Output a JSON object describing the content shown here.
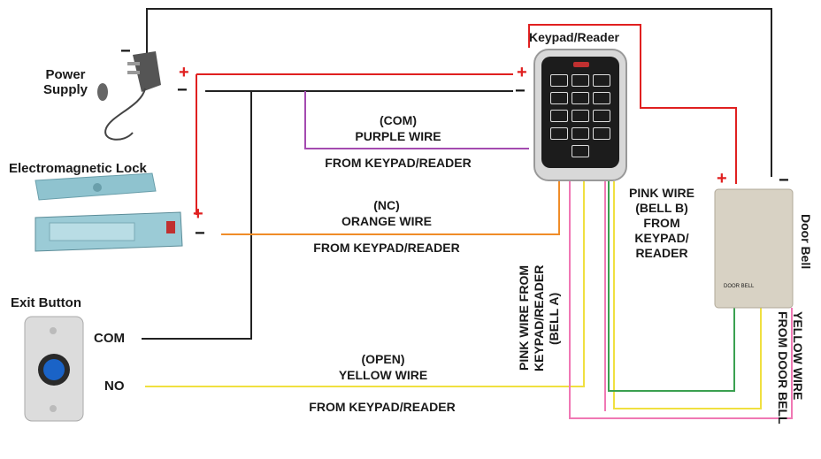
{
  "devices": {
    "power_supply": "Power\nSupply",
    "keypad_reader": "Keypad/Reader",
    "em_lock": "Electromagnetic Lock",
    "exit_button": "Exit Button",
    "door_bell": "Door Bell",
    "door_bell_plate": "DOOR BELL"
  },
  "wires": {
    "com": {
      "line1": "(COM)",
      "line2": "PURPLE WIRE",
      "from": "FROM KEYPAD/READER"
    },
    "nc": {
      "line1": "(NC)",
      "line2": "ORANGE WIRE",
      "from": "FROM KEYPAD/READER"
    },
    "open": {
      "line1": "(OPEN)",
      "line2": "YELLOW WIRE",
      "from": "FROM KEYPAD/READER"
    },
    "bell_b": "PINK WIRE\n(BELL B)\nFROM\nKEYPAD/\nREADER",
    "bell_a": "PINK WIRE  FROM\nKEYPAD/READER\n(BELL A)",
    "yellow_bell": "YELLOW WIRE\nFROM DOOR BELL"
  },
  "terminals": {
    "com": "COM",
    "no": "NO",
    "plus": "+",
    "minus": "−"
  },
  "colors": {
    "positive": "#e02020",
    "negative": "#111111",
    "purple": "#a44bb0",
    "orange": "#f08c28",
    "yellow": "#f0e040",
    "pink": "#f078b4",
    "green": "#3aa050"
  }
}
